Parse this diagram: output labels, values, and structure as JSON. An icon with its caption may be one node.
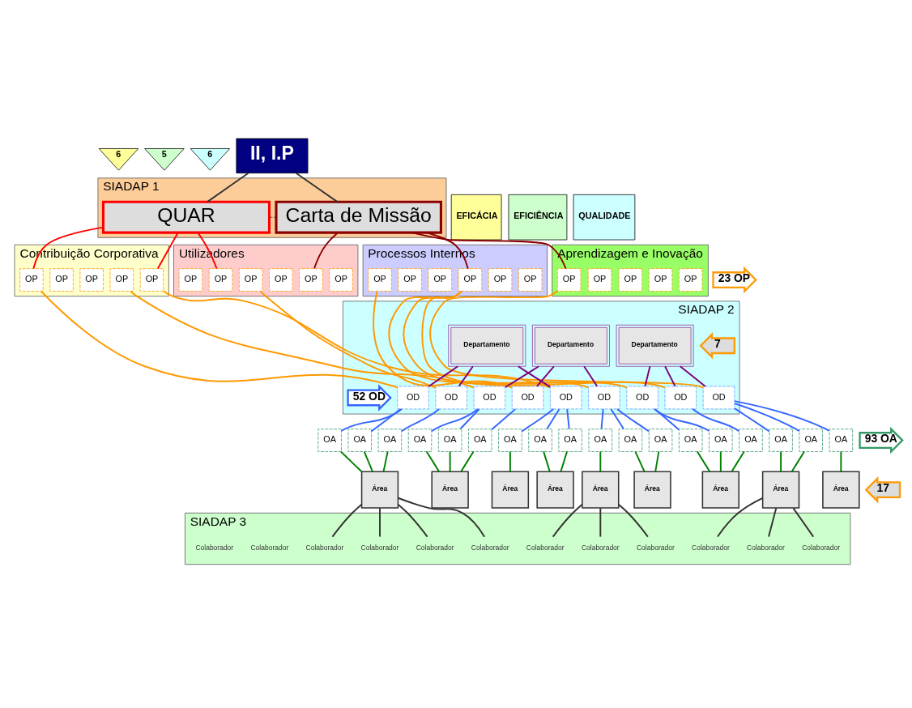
{
  "diagram": {
    "nodes": [
      {
        "text": [
          "6"
        ]
      },
      {
        "text": [
          "5"
        ]
      },
      {
        "text": [
          "6"
        ]
      },
      {
        "text": [
          "II, I.P"
        ]
      },
      {
        "text": [
          "EFICÁCIA"
        ]
      },
      {
        "text": [
          "EFICIÊNCIA"
        ]
      },
      {
        "text": [
          "QUALIDADE"
        ]
      },
      {
        "text": [
          "SIADAP 1"
        ]
      },
      {
        "text": [
          "QUAR"
        ],
        "in": 7
      },
      {
        "text": [
          "Carta de Missão"
        ],
        "in": 7
      },
      {
        "text": [
          "Contribuição Corporativa"
        ]
      },
      {
        "text": [
          "Utilizadores"
        ]
      },
      {
        "text": [
          "Processos Internos"
        ]
      },
      {
        "text": [
          "Aprendizagem e Inovação"
        ]
      },
      {
        "text": [
          "23 OP"
        ]
      },
      {
        "text": [
          "OP"
        ],
        "in": 10
      },
      {
        "text": [
          "OP"
        ],
        "in": 10
      },
      {
        "text": [
          "OP"
        ],
        "in": 10
      },
      {
        "text": [
          "OP"
        ],
        "in": 10
      },
      {
        "text": [
          "OP"
        ],
        "in": 10
      },
      {
        "text": [
          "OP"
        ],
        "in": 11
      },
      {
        "text": [
          "OP"
        ],
        "in": 11
      },
      {
        "text": [
          "OP"
        ],
        "in": 11
      },
      {
        "text": [
          "OP"
        ],
        "in": 11
      },
      {
        "text": [
          "OP"
        ],
        "in": 11
      },
      {
        "text": [
          "OP"
        ],
        "in": 11
      },
      {
        "text": [
          "OP"
        ],
        "in": 12
      },
      {
        "text": [
          "OP"
        ],
        "in": 12
      },
      {
        "text": [
          "OP"
        ],
        "in": 12
      },
      {
        "text": [
          "OP"
        ],
        "in": 12
      },
      {
        "text": [
          "OP"
        ],
        "in": 12
      },
      {
        "text": [
          "OP"
        ],
        "in": 12
      },
      {
        "text": [
          "OP"
        ],
        "in": 13
      },
      {
        "text": [
          "OP"
        ],
        "in": 13
      },
      {
        "text": [
          "OP"
        ],
        "in": 13
      },
      {
        "text": [
          "OP"
        ],
        "in": 13
      },
      {
        "text": [
          "OP"
        ],
        "in": 13
      },
      {
        "text": [
          "SIADAP 2"
        ]
      },
      {
        "text": [
          "7"
        ],
        "in": 37
      },
      {
        "text": [
          "Departamento"
        ],
        "in": 37
      },
      {
        "text": [
          "Departamento"
        ],
        "in": 37
      },
      {
        "text": [
          "Departamento"
        ],
        "in": 37
      },
      {
        "text": [
          "52 OD"
        ],
        "in": 37
      },
      {
        "text": [
          "OD"
        ],
        "in": 37
      },
      {
        "text": [
          "OD"
        ],
        "in": 37
      },
      {
        "text": [
          "OD"
        ],
        "in": 37
      },
      {
        "text": [
          "OD"
        ],
        "in": 37
      },
      {
        "text": [
          "OD"
        ],
        "in": 37
      },
      {
        "text": [
          "OD"
        ],
        "in": 37
      },
      {
        "text": [
          "OD"
        ],
        "in": 37
      },
      {
        "text": [
          "OD"
        ],
        "in": 37
      },
      {
        "text": [
          "OD"
        ],
        "in": 37
      },
      {
        "text": [
          "93 OA"
        ]
      },
      {
        "text": [
          "OA"
        ]
      },
      {
        "text": [
          "OA"
        ]
      },
      {
        "text": [
          "OA"
        ]
      },
      {
        "text": [
          "OA"
        ]
      },
      {
        "text": [
          "OA"
        ]
      },
      {
        "text": [
          "OA"
        ]
      },
      {
        "text": [
          "OA"
        ]
      },
      {
        "text": [
          "OA"
        ]
      },
      {
        "text": [
          "OA"
        ]
      },
      {
        "text": [
          "OA"
        ]
      },
      {
        "text": [
          "OA"
        ]
      },
      {
        "text": [
          "OA"
        ]
      },
      {
        "text": [
          "OA"
        ]
      },
      {
        "text": [
          "OA"
        ]
      },
      {
        "text": [
          "OA"
        ]
      },
      {
        "text": [
          "OA"
        ]
      },
      {
        "text": [
          "OA"
        ]
      },
      {
        "text": [
          "OA"
        ]
      },
      {
        "text": [
          "Área"
        ]
      },
      {
        "text": [
          "Área"
        ]
      },
      {
        "text": [
          "Área"
        ]
      },
      {
        "text": [
          "Área"
        ]
      },
      {
        "text": [
          "Área"
        ]
      },
      {
        "text": [
          "Área"
        ]
      },
      {
        "text": [
          "Área"
        ]
      },
      {
        "text": [
          "Área"
        ]
      },
      {
        "text": [
          "Área"
        ]
      },
      {
        "text": [
          "17"
        ]
      },
      {
        "text": [
          "SIADAP 3"
        ]
      },
      {
        "text": [
          "Colaborador"
        ],
        "in": 81
      },
      {
        "text": [
          "Colaborador"
        ],
        "in": 81
      },
      {
        "text": [
          "Colaborador"
        ],
        "in": 81
      },
      {
        "text": [
          "Colaborador"
        ],
        "in": 81
      },
      {
        "text": [
          "Colaborador"
        ],
        "in": 81
      },
      {
        "text": [
          "Colaborador"
        ],
        "in": 81
      },
      {
        "text": [
          "Colaborador"
        ],
        "in": 81
      },
      {
        "text": [
          "Colaborador"
        ],
        "in": 81
      },
      {
        "text": [
          "Colaborador"
        ],
        "in": 81
      },
      {
        "text": [
          "Colaborador"
        ],
        "in": 81
      }
    ],
    "edges": [
      {
        "from": 3,
        "to": 8,
        "arrow": "none",
        "color": "#333333"
      },
      {
        "from": 3,
        "to": 9,
        "arrow": "none",
        "color": "#333333"
      },
      {
        "from": 8,
        "to": 9,
        "arrow": "none",
        "style": "dashed",
        "color": "#333333"
      },
      {
        "from": 8,
        "to": 15,
        "arrow": "none",
        "color": "#ff0000"
      },
      {
        "from": 8,
        "to": 19,
        "arrow": "none",
        "color": "#ff0000"
      },
      {
        "from": 8,
        "to": 21,
        "arrow": "none",
        "color": "#ff0000"
      },
      {
        "from": 9,
        "to": 24,
        "arrow": "none",
        "color": "#8b0000"
      },
      {
        "from": 9,
        "to": 31,
        "arrow": "none",
        "color": "#8b0000"
      },
      {
        "from": 9,
        "to": 36,
        "arrow": "none",
        "color": "#8b0000"
      },
      {
        "from": 15,
        "to": 43,
        "arrow": "none",
        "color": "#ff9900"
      },
      {
        "from": 16,
        "to": 46,
        "arrow": "none",
        "color": "#ff9900"
      },
      {
        "from": 19,
        "to": 45,
        "arrow": "none",
        "color": "#ff9900"
      },
      {
        "from": 23,
        "to": 44,
        "arrow": "none",
        "color": "#ff9900"
      },
      {
        "from": 28,
        "to": 47,
        "arrow": "none",
        "color": "#ff9900"
      },
      {
        "from": 31,
        "to": 48,
        "arrow": "none",
        "color": "#ff9900"
      },
      {
        "from": 31,
        "to": 49,
        "arrow": "none",
        "color": "#ff9900"
      },
      {
        "from": 31,
        "to": 50,
        "arrow": "none",
        "color": "#ff9900"
      },
      {
        "from": 36,
        "to": 51,
        "arrow": "none",
        "color": "#ff9900"
      },
      {
        "from": 39,
        "to": 43,
        "arrow": "none",
        "color": "#800080"
      },
      {
        "from": 39,
        "to": 44,
        "arrow": "none",
        "color": "#800080"
      },
      {
        "from": 39,
        "to": 45,
        "arrow": "none",
        "color": "#800080"
      },
      {
        "from": 40,
        "to": 46,
        "arrow": "none",
        "color": "#800080"
      },
      {
        "from": 40,
        "to": 47,
        "arrow": "none",
        "color": "#800080"
      },
      {
        "from": 40,
        "to": 48,
        "arrow": "none",
        "color": "#800080"
      },
      {
        "from": 41,
        "to": 49,
        "arrow": "none",
        "color": "#800080"
      },
      {
        "from": 41,
        "to": 50,
        "arrow": "none",
        "color": "#800080"
      },
      {
        "from": 41,
        "to": 51,
        "arrow": "none",
        "color": "#800080"
      },
      {
        "from": 43,
        "to": 53,
        "arrow": "none",
        "color": "#3366ff"
      },
      {
        "from": 43,
        "to": 54,
        "arrow": "none",
        "color": "#3366ff"
      },
      {
        "from": 44,
        "to": 55,
        "arrow": "none",
        "color": "#3366ff"
      },
      {
        "from": 45,
        "to": 56,
        "arrow": "none",
        "color": "#3366ff"
      },
      {
        "from": 45,
        "to": 57,
        "arrow": "none",
        "color": "#3366ff"
      },
      {
        "from": 45,
        "to": 58,
        "arrow": "none",
        "color": "#3366ff"
      },
      {
        "from": 46,
        "to": 59,
        "arrow": "none",
        "color": "#3366ff"
      },
      {
        "from": 46,
        "to": 60,
        "arrow": "none",
        "color": "#3366ff"
      },
      {
        "from": 47,
        "to": 61,
        "arrow": "none",
        "color": "#3366ff"
      },
      {
        "from": 48,
        "to": 62,
        "arrow": "none",
        "color": "#3366ff"
      },
      {
        "from": 48,
        "to": 63,
        "arrow": "none",
        "color": "#3366ff"
      },
      {
        "from": 48,
        "to": 64,
        "arrow": "none",
        "color": "#3366ff"
      },
      {
        "from": 49,
        "to": 65,
        "arrow": "none",
        "color": "#3366ff"
      },
      {
        "from": 49,
        "to": 66,
        "arrow": "none",
        "color": "#3366ff"
      },
      {
        "from": 50,
        "to": 67,
        "arrow": "none",
        "color": "#3366ff"
      },
      {
        "from": 51,
        "to": 68,
        "arrow": "none",
        "color": "#3366ff"
      },
      {
        "from": 51,
        "to": 69,
        "arrow": "none",
        "color": "#3366ff"
      },
      {
        "from": 51,
        "to": 70,
        "arrow": "none",
        "color": "#3366ff"
      },
      {
        "from": 53,
        "to": 71,
        "arrow": "none",
        "color": "#008000"
      },
      {
        "from": 54,
        "to": 71,
        "arrow": "none",
        "color": "#008000"
      },
      {
        "from": 55,
        "to": 71,
        "arrow": "none",
        "color": "#008000"
      },
      {
        "from": 56,
        "to": 72,
        "arrow": "none",
        "color": "#008000"
      },
      {
        "from": 57,
        "to": 72,
        "arrow": "none",
        "color": "#008000"
      },
      {
        "from": 58,
        "to": 73,
        "arrow": "none",
        "color": "#008000"
      },
      {
        "from": 59,
        "to": 74,
        "arrow": "none",
        "color": "#008000"
      },
      {
        "from": 60,
        "to": 74,
        "arrow": "none",
        "color": "#008000"
      },
      {
        "from": 61,
        "to": 74,
        "arrow": "none",
        "color": "#008000"
      },
      {
        "from": 62,
        "to": 75,
        "arrow": "none",
        "color": "#008000"
      },
      {
        "from": 63,
        "to": 75,
        "arrow": "none",
        "color": "#008000"
      },
      {
        "from": 64,
        "to": 76,
        "arrow": "none",
        "color": "#008000"
      },
      {
        "from": 65,
        "to": 77,
        "arrow": "none",
        "color": "#008000"
      },
      {
        "from": 66,
        "to": 77,
        "arrow": "none",
        "color": "#008000"
      },
      {
        "from": 67,
        "to": 77,
        "arrow": "none",
        "color": "#008000"
      },
      {
        "from": 68,
        "to": 78,
        "arrow": "none",
        "color": "#008000"
      },
      {
        "from": 69,
        "to": 78,
        "arrow": "none",
        "color": "#008000"
      },
      {
        "from": 70,
        "to": 79,
        "arrow": "none",
        "color": "#008000"
      },
      {
        "from": 71,
        "to": 82,
        "arrow": "none",
        "color": "#333333"
      },
      {
        "from": 71,
        "to": 83,
        "arrow": "none",
        "color": "#333333"
      },
      {
        "from": 71,
        "to": 84,
        "arrow": "none",
        "color": "#333333"
      },
      {
        "from": 71,
        "to": 85,
        "arrow": "none",
        "color": "#333333"
      },
      {
        "from": 76,
        "to": 86,
        "arrow": "none",
        "color": "#333333"
      },
      {
        "from": 76,
        "to": 87,
        "arrow": "none",
        "color": "#333333"
      },
      {
        "from": 76,
        "to": 88,
        "arrow": "none",
        "color": "#333333"
      },
      {
        "from": 78,
        "to": 89,
        "arrow": "none",
        "color": "#333333"
      },
      {
        "from": 78,
        "to": 90,
        "arrow": "none",
        "color": "#333333"
      },
      {
        "from": 78,
        "to": 91,
        "arrow": "none",
        "color": "#333333"
      }
    ],
    "labels": [
      "Colaborador",
      "Colaborador"
    ]
  }
}
